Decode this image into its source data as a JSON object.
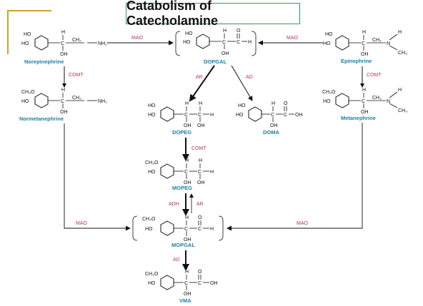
{
  "title": "Catabolism of Catecholamine",
  "compounds": {
    "norepinephrine": "Norepinephrine",
    "dopgal": "DOPGAL",
    "epinephrine": "Epinephrine",
    "normetanephrine": "Normetanephrine",
    "dopeg": "DOPEG",
    "doma": "DOMA",
    "metanephrine": "Metanephrine",
    "mopeg": "MOPEG",
    "mopgal": "MOPGAL",
    "vma": "VMA"
  },
  "enzymes": {
    "mao_left": "MAO",
    "mao_right": "MAO",
    "comt_left": "COMT",
    "comt_right": "COMT",
    "ar_top": "AR",
    "ad_top": "AD",
    "comt_mid": "COMT",
    "adh": "ADH",
    "ar_mid": "AR",
    "mao_bottom_left": "MAO",
    "mao_bottom_right": "MAO",
    "ad_bottom": "AD"
  },
  "atoms": {
    "ho": "HO",
    "oh": "OH",
    "h": "H",
    "c": "C",
    "o": "O",
    "n": "N",
    "nh2": "NH₂",
    "ch3": "CH₃",
    "ch3o": "CH₃O",
    "ch2": "CH₂"
  }
}
